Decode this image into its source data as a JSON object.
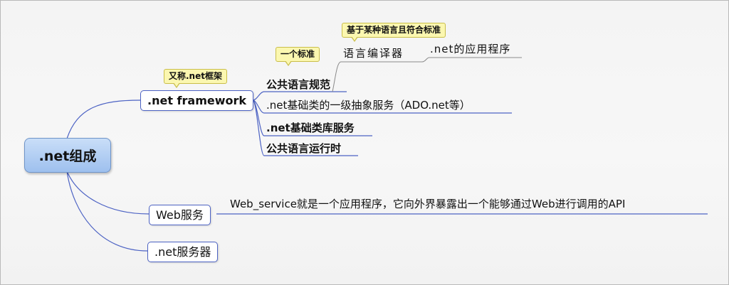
{
  "root": {
    "label": ".net组成"
  },
  "branches": {
    "framework": {
      "label": ".net framework",
      "note": "又称.net框架",
      "children": {
        "cls": {
          "label": "公共语言规范",
          "note": "一个标准",
          "children": {
            "compiler": {
              "label": "语言编译器",
              "note": "基于某种语言且符合标准",
              "child": ".net的应用程序"
            }
          }
        },
        "ado": {
          "label": ".net基础类的一级抽象服务（ADO.net等）"
        },
        "fcl": {
          "label": ".net基础类库服务"
        },
        "clr": {
          "label": "公共语言运行时"
        }
      }
    },
    "webservice": {
      "label": "Web服务",
      "desc": "Web_service就是一个应用程序，它向外界暴露出一个能够通过Web进行调用的API"
    },
    "server": {
      "label": ".net服务器"
    }
  },
  "colors": {
    "line": "#4d63c4",
    "root_fill": "#a9c8f0",
    "callout_fill": "#fbf7b0"
  }
}
